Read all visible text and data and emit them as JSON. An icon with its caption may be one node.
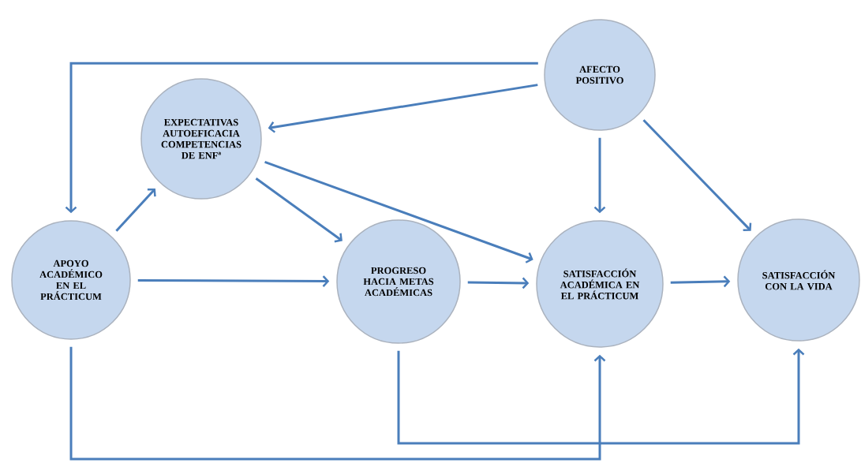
{
  "diagram": {
    "nodes": [
      {
        "text": [
          "AFECTO POSITIVO"
        ]
      },
      {
        "text": [
          "EXPECTATIVAS AUTOEFICACIA COMPETENCIAS DE ENFª"
        ]
      },
      {
        "text": [
          "APOYO ACADÉMICO EN EL PRÁCTICUM"
        ]
      },
      {
        "text": [
          "PROGRESO HACIA METAS ACADÉMICAS"
        ]
      },
      {
        "text": [
          "SATISFACCIÓN ACADÉMICA EN EL PRÁCTICUM"
        ]
      },
      {
        "text": [
          "SATISFACCIÓN CON LA VIDA"
        ]
      }
    ],
    "edges": [
      {
        "from": 0,
        "to": 2,
        "arrow": "to"
      },
      {
        "from": 0,
        "to": 1,
        "arrow": "to"
      },
      {
        "from": 0,
        "to": 4,
        "arrow": "to"
      },
      {
        "from": 0,
        "to": 5,
        "arrow": "to"
      },
      {
        "from": 1,
        "to": 4,
        "arrow": "to"
      },
      {
        "from": 1,
        "to": 3,
        "arrow": "to"
      },
      {
        "from": 2,
        "to": 1,
        "arrow": "to"
      },
      {
        "from": 2,
        "to": 3,
        "arrow": "to"
      },
      {
        "from": 3,
        "to": 4,
        "arrow": "to"
      },
      {
        "from": 4,
        "to": 5,
        "arrow": "to"
      },
      {
        "from": 2,
        "to": 4,
        "arrow": "to"
      },
      {
        "from": 3,
        "to": 5,
        "arrow": "to"
      }
    ]
  }
}
